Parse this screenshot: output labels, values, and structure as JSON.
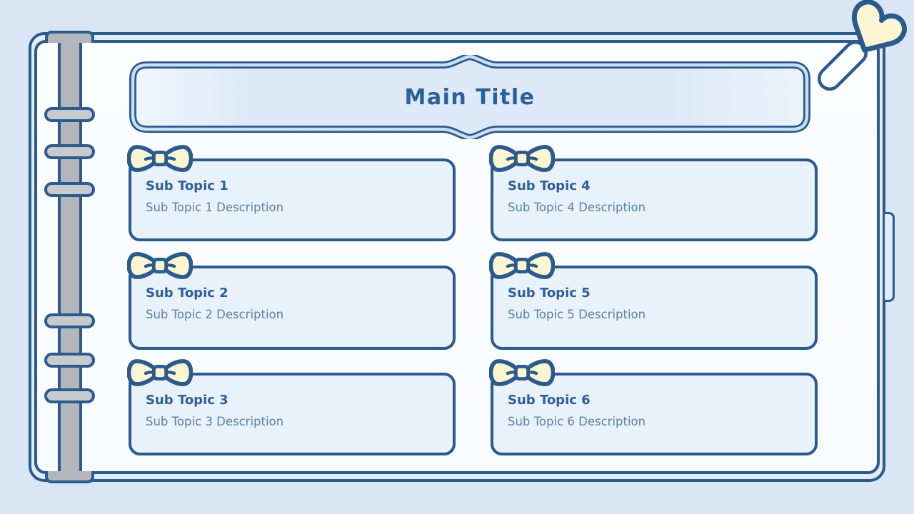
{
  "title_banner": {
    "title": "Main Title"
  },
  "cards": [
    {
      "title": "Sub Topic 1",
      "description": "Sub Topic 1 Description"
    },
    {
      "title": "Sub Topic 2",
      "description": "Sub Topic 2 Description"
    },
    {
      "title": "Sub Topic 3",
      "description": "Sub Topic 3 Description"
    },
    {
      "title": "Sub Topic 4",
      "description": "Sub Topic 4 Description"
    },
    {
      "title": "Sub Topic 5",
      "description": "Sub Topic 5 Description"
    },
    {
      "title": "Sub Topic 6",
      "description": "Sub Topic 6 Description"
    }
  ],
  "decorations": {
    "card_icon": "bow-icon",
    "corner_icon": "heart-pin-icon",
    "binder_rings_count": 6
  },
  "colors": {
    "background": "#d8e6f6",
    "cover_fill": "#e2edfa",
    "page_fill": "#fbfdff",
    "card_fill": "#e9f1fb",
    "outline": "#2b5a8b",
    "heading_text": "#2e6098",
    "body_text": "#5b80a8",
    "ribbon_cream": "#faf5d3",
    "spine_gray": "#b3b7bc",
    "ring_gray": "#c7cbd0"
  }
}
